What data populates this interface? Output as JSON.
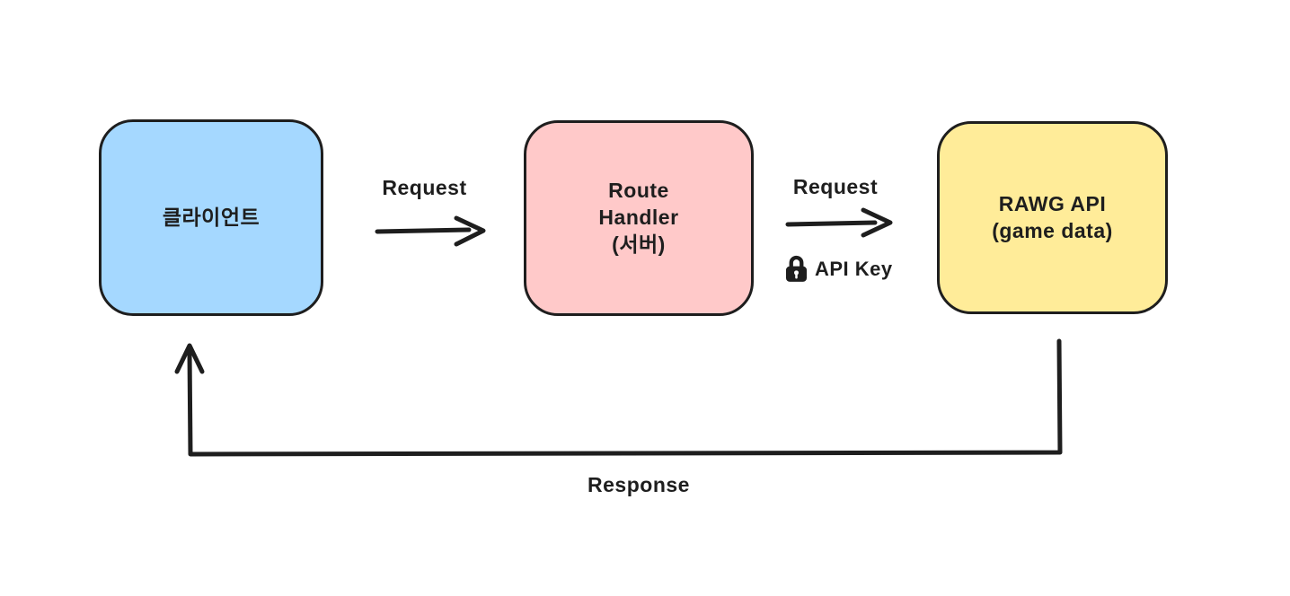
{
  "diagram": {
    "nodes": [
      {
        "id": "client",
        "label": "클라이언트",
        "fill": "#a5d8ff"
      },
      {
        "id": "route-handler",
        "label": "Route\nHandler\n(서버)",
        "fill": "#ffc9c9"
      },
      {
        "id": "rawg-api",
        "label": "RAWG API\n(game data)",
        "fill": "#ffec99"
      }
    ],
    "edges": {
      "request1": {
        "from": "client",
        "to": "route-handler",
        "label": "Request"
      },
      "request2": {
        "from": "route-handler",
        "to": "rawg-api",
        "label": "Request",
        "annotation": "API Key",
        "annotation_icon": "lock-icon"
      },
      "response": {
        "from": "rawg-api",
        "to": "client",
        "label": "Response"
      }
    },
    "colors": {
      "stroke": "#1e1e1e",
      "background": "#ffffff",
      "node_client_fill": "#a5d8ff",
      "node_route_handler_fill": "#ffc9c9",
      "node_rawg_api_fill": "#ffec99"
    }
  }
}
